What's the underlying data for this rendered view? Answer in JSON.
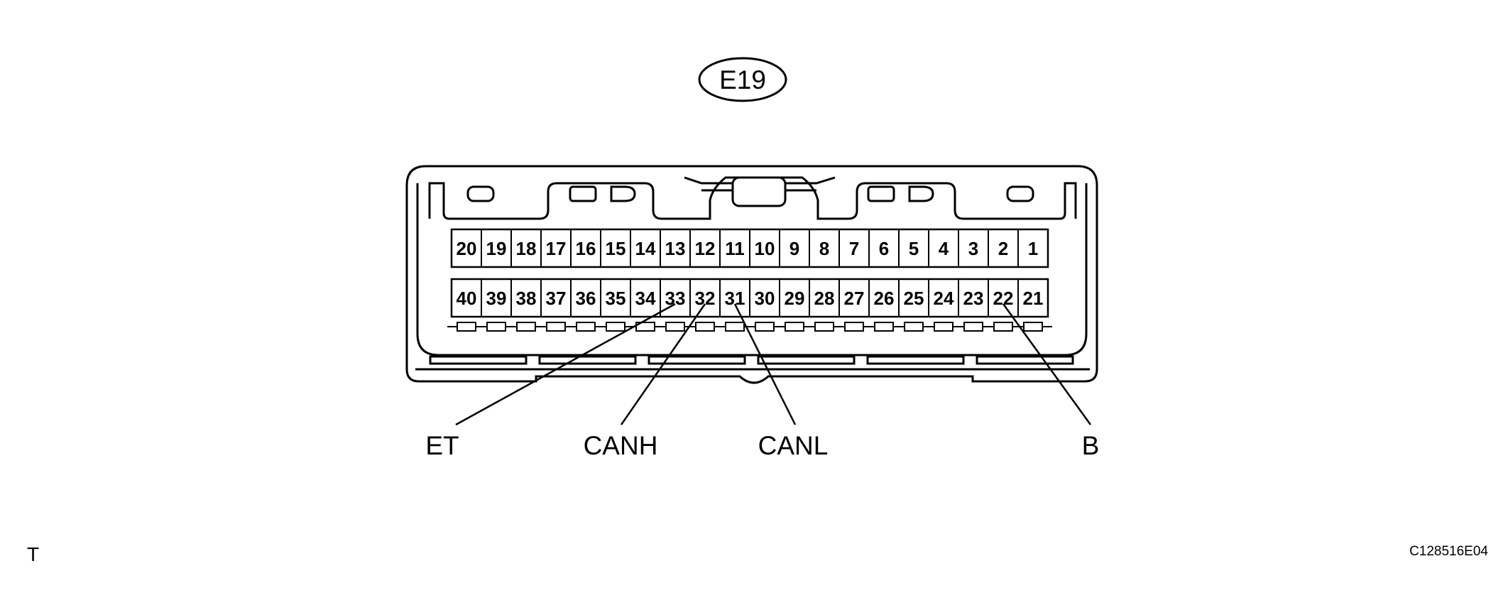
{
  "connector": {
    "id": "E19"
  },
  "pins": {
    "top_row": [
      "20",
      "19",
      "18",
      "17",
      "16",
      "15",
      "14",
      "13",
      "12",
      "11",
      "10",
      "9",
      "8",
      "7",
      "6",
      "5",
      "4",
      "3",
      "2",
      "1"
    ],
    "bottom_row": [
      "40",
      "39",
      "38",
      "37",
      "36",
      "35",
      "34",
      "33",
      "32",
      "31",
      "30",
      "29",
      "28",
      "27",
      "26",
      "25",
      "24",
      "23",
      "22",
      "21"
    ]
  },
  "callouts": [
    {
      "name": "et",
      "label": "ET",
      "pin": "33"
    },
    {
      "name": "canh",
      "label": "CANH",
      "pin": "32"
    },
    {
      "name": "canl",
      "label": "CANL",
      "pin": "31"
    },
    {
      "name": "b",
      "label": "B",
      "pin": "22"
    }
  ],
  "footer": {
    "left_mark": "T",
    "figure_code": "C128516E04"
  }
}
